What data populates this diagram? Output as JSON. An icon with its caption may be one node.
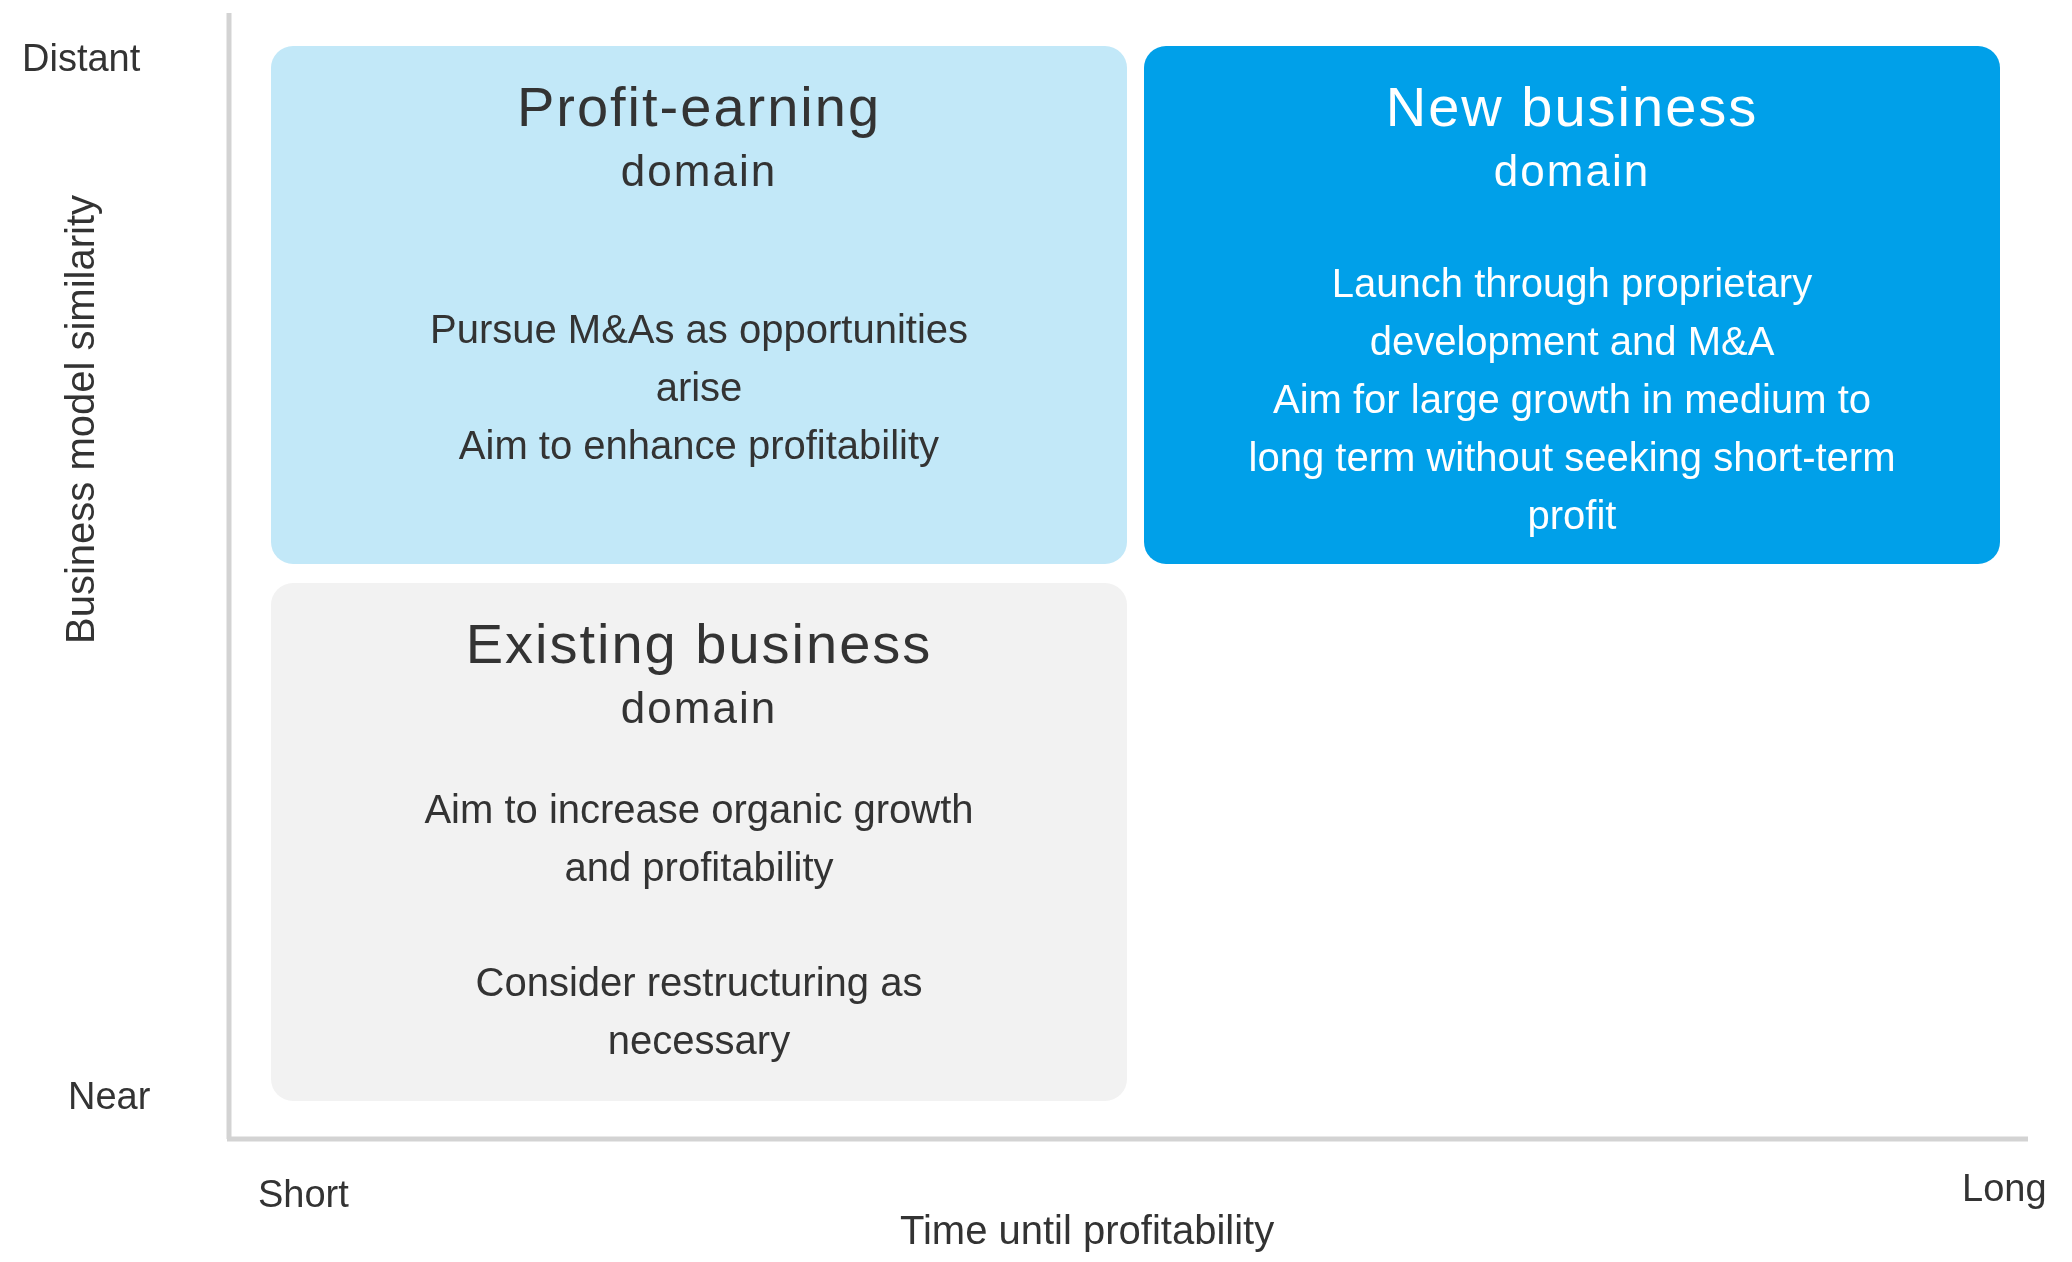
{
  "diagram": {
    "nodes": [
      {
        "text": [
          "Profit-earning",
          "domain",
          "Pursue M&As as opportunities arise",
          "Aim to enhance profitability"
        ]
      },
      {
        "text": [
          "New business",
          "domain",
          "Launch through proprietary development and M&A",
          "Aim for large growth in medium to long term without seeking short-term profit"
        ]
      },
      {
        "text": [
          "Existing business",
          "domain",
          "Aim to increase organic growth and profitability",
          "Consider restructuring as necessary"
        ]
      }
    ],
    "labels": [
      "Distant",
      "Business model similarity",
      "Near",
      "Short",
      "Long",
      "Time until profitability"
    ]
  }
}
